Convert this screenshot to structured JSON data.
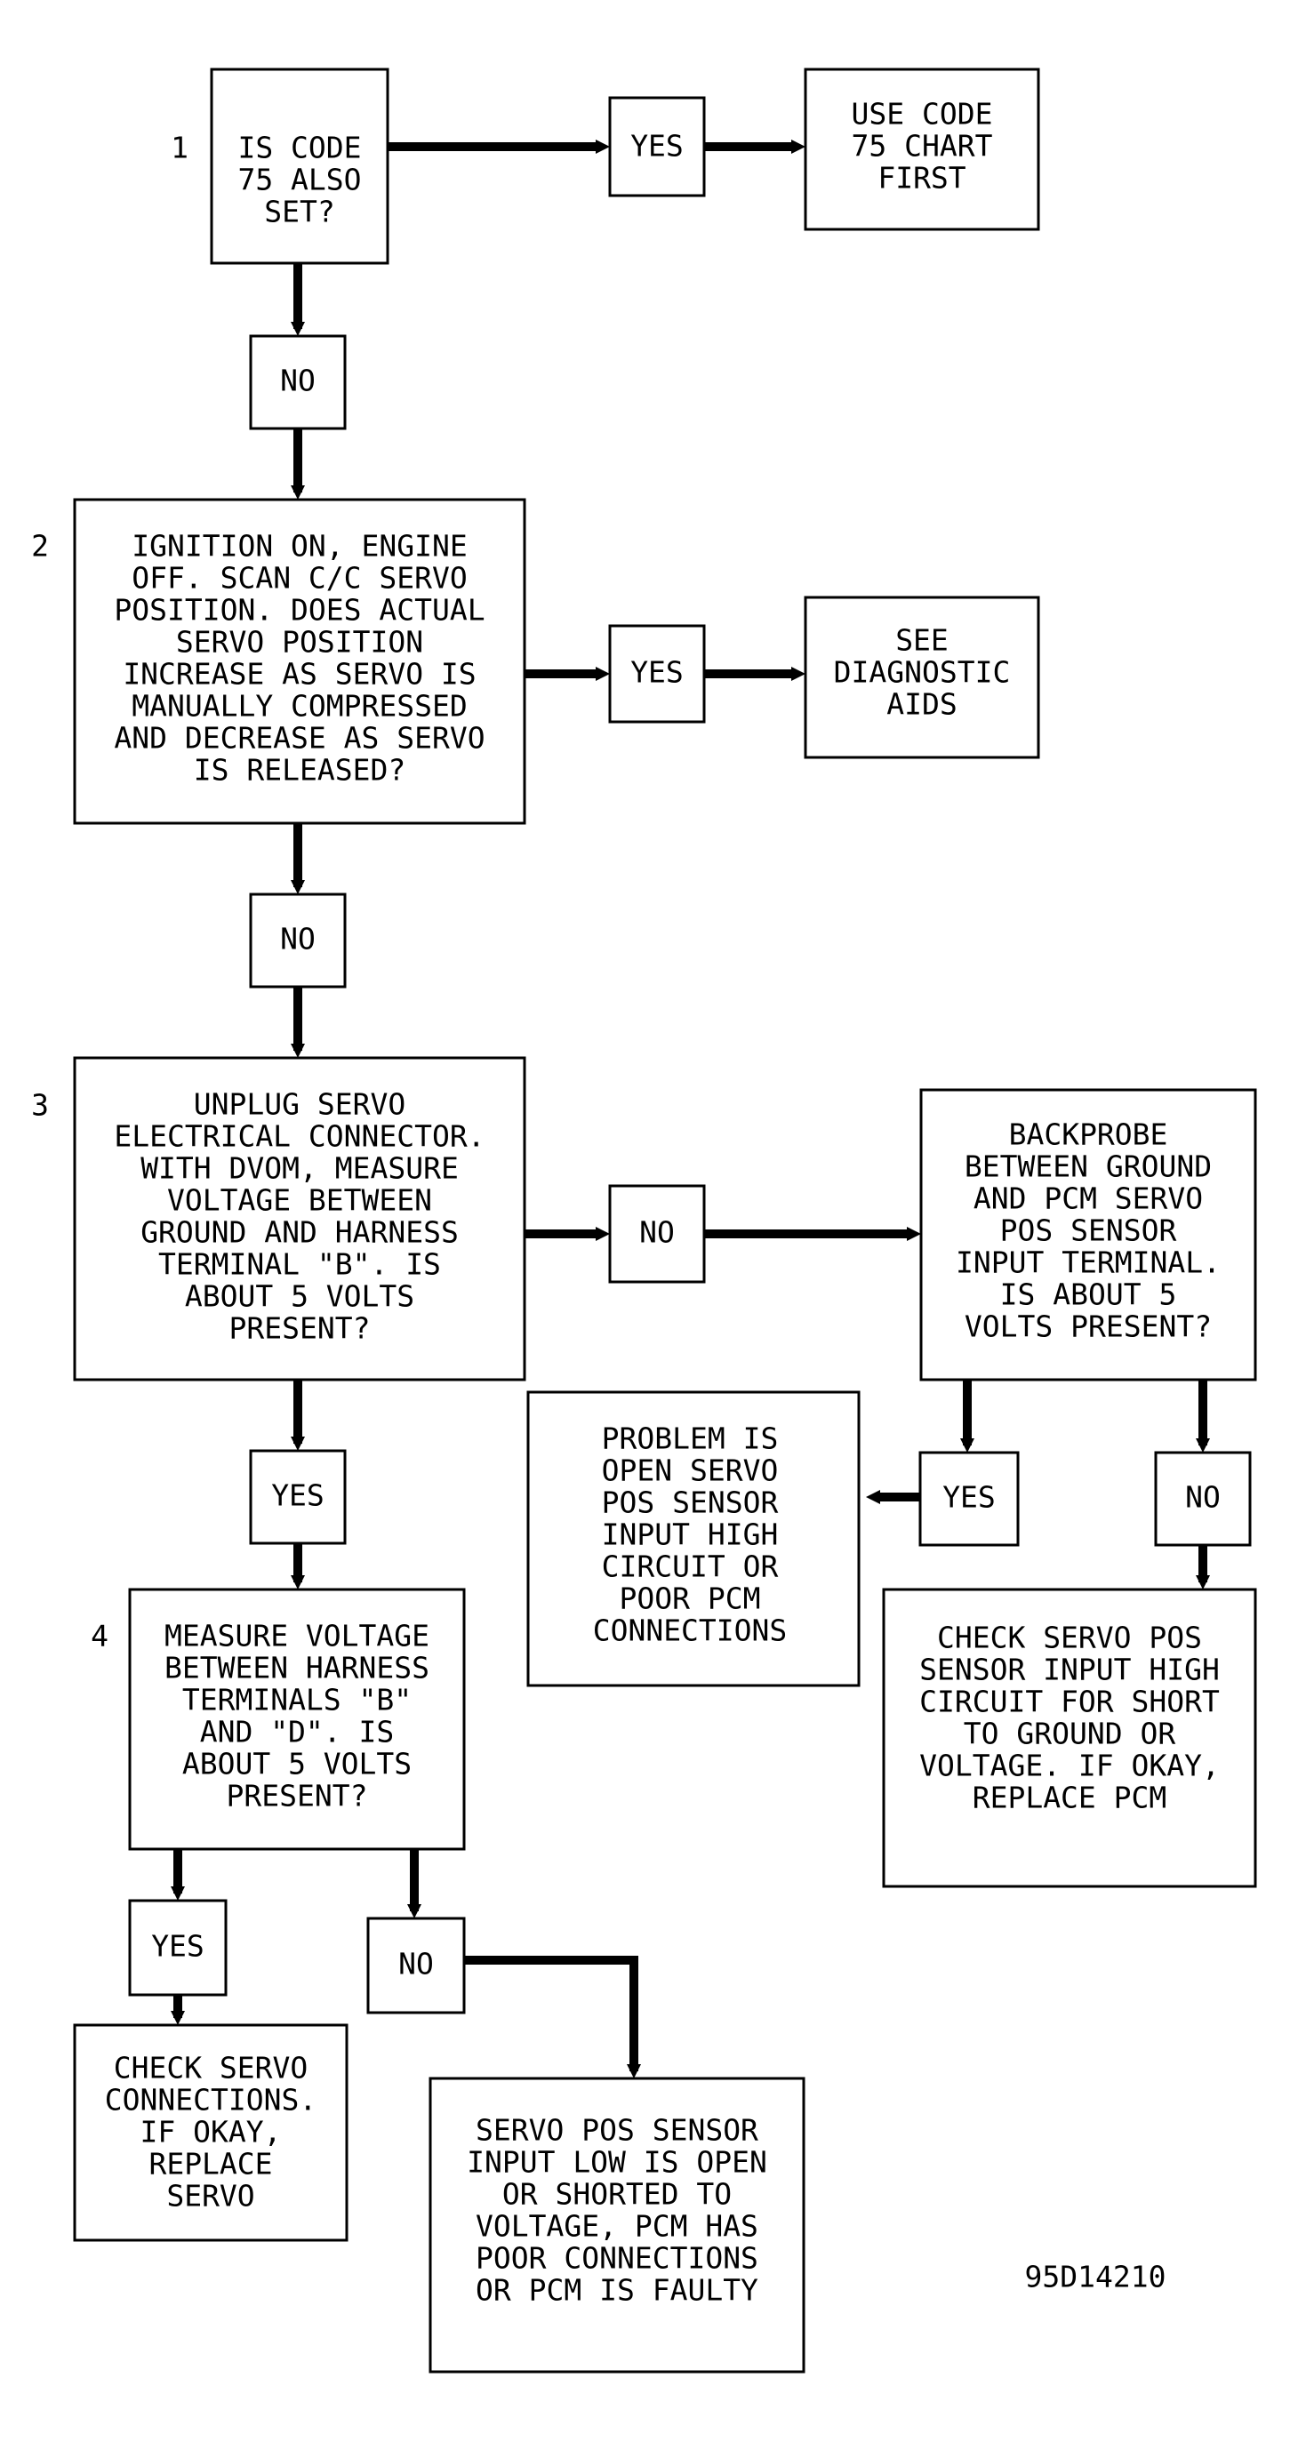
{
  "steps": [
    {
      "number": "1",
      "lines": [
        "IS CODE",
        "75 ALSO",
        "SET?"
      ]
    },
    {
      "number": "2",
      "lines": [
        "IGNITION ON, ENGINE",
        "OFF. SCAN C/C SERVO",
        "POSITION. DOES ACTUAL",
        "SERVO POSITION",
        "INCREASE AS SERVO IS",
        "MANUALLY COMPRESSED",
        "AND DECREASE AS SERVO",
        "IS RELEASED?"
      ]
    },
    {
      "number": "3",
      "lines": [
        "UNPLUG SERVO",
        "ELECTRICAL CONNECTOR.",
        "WITH DVOM, MEASURE",
        "VOLTAGE BETWEEN",
        "GROUND AND HARNESS",
        "TERMINAL \"B\". IS",
        "ABOUT 5 VOLTS",
        "PRESENT?"
      ]
    },
    {
      "number": "4",
      "lines": [
        "MEASURE VOLTAGE",
        "BETWEEN HARNESS",
        "TERMINALS \"B\"",
        "AND \"D\". IS",
        "ABOUT 5 VOLTS",
        "PRESENT?"
      ]
    }
  ],
  "results": {
    "use_code_75": [
      "USE CODE",
      "75 CHART",
      "FIRST"
    ],
    "see_diagnostic_aids": [
      "SEE",
      "DIAGNOSTIC",
      "AIDS"
    ],
    "backprobe": [
      "BACKPROBE",
      "BETWEEN GROUND",
      "AND PCM SERVO",
      "POS SENSOR",
      "INPUT TERMINAL.",
      "IS ABOUT 5",
      "VOLTS PRESENT?"
    ],
    "problem_open": [
      "PROBLEM IS",
      "OPEN SERVO",
      "POS SENSOR",
      "INPUT HIGH",
      "CIRCUIT OR",
      "POOR PCM",
      "CONNECTIONS"
    ],
    "check_servo_pos": [
      "CHECK SERVO POS",
      "SENSOR INPUT HIGH",
      "CIRCUIT FOR SHORT",
      "TO GROUND OR",
      "VOLTAGE. IF OKAY,",
      "REPLACE PCM"
    ],
    "check_servo_conn": [
      "CHECK SERVO",
      "CONNECTIONS.",
      "IF OKAY,",
      "REPLACE",
      "SERVO"
    ],
    "servo_pos_low": [
      "SERVO POS SENSOR",
      "INPUT LOW IS OPEN",
      "OR SHORTED TO",
      "VOLTAGE, PCM HAS",
      "POOR CONNECTIONS",
      "OR PCM IS FAULTY"
    ]
  },
  "labels": {
    "yes": "YES",
    "no": "NO"
  },
  "figure_id": "95D14210"
}
